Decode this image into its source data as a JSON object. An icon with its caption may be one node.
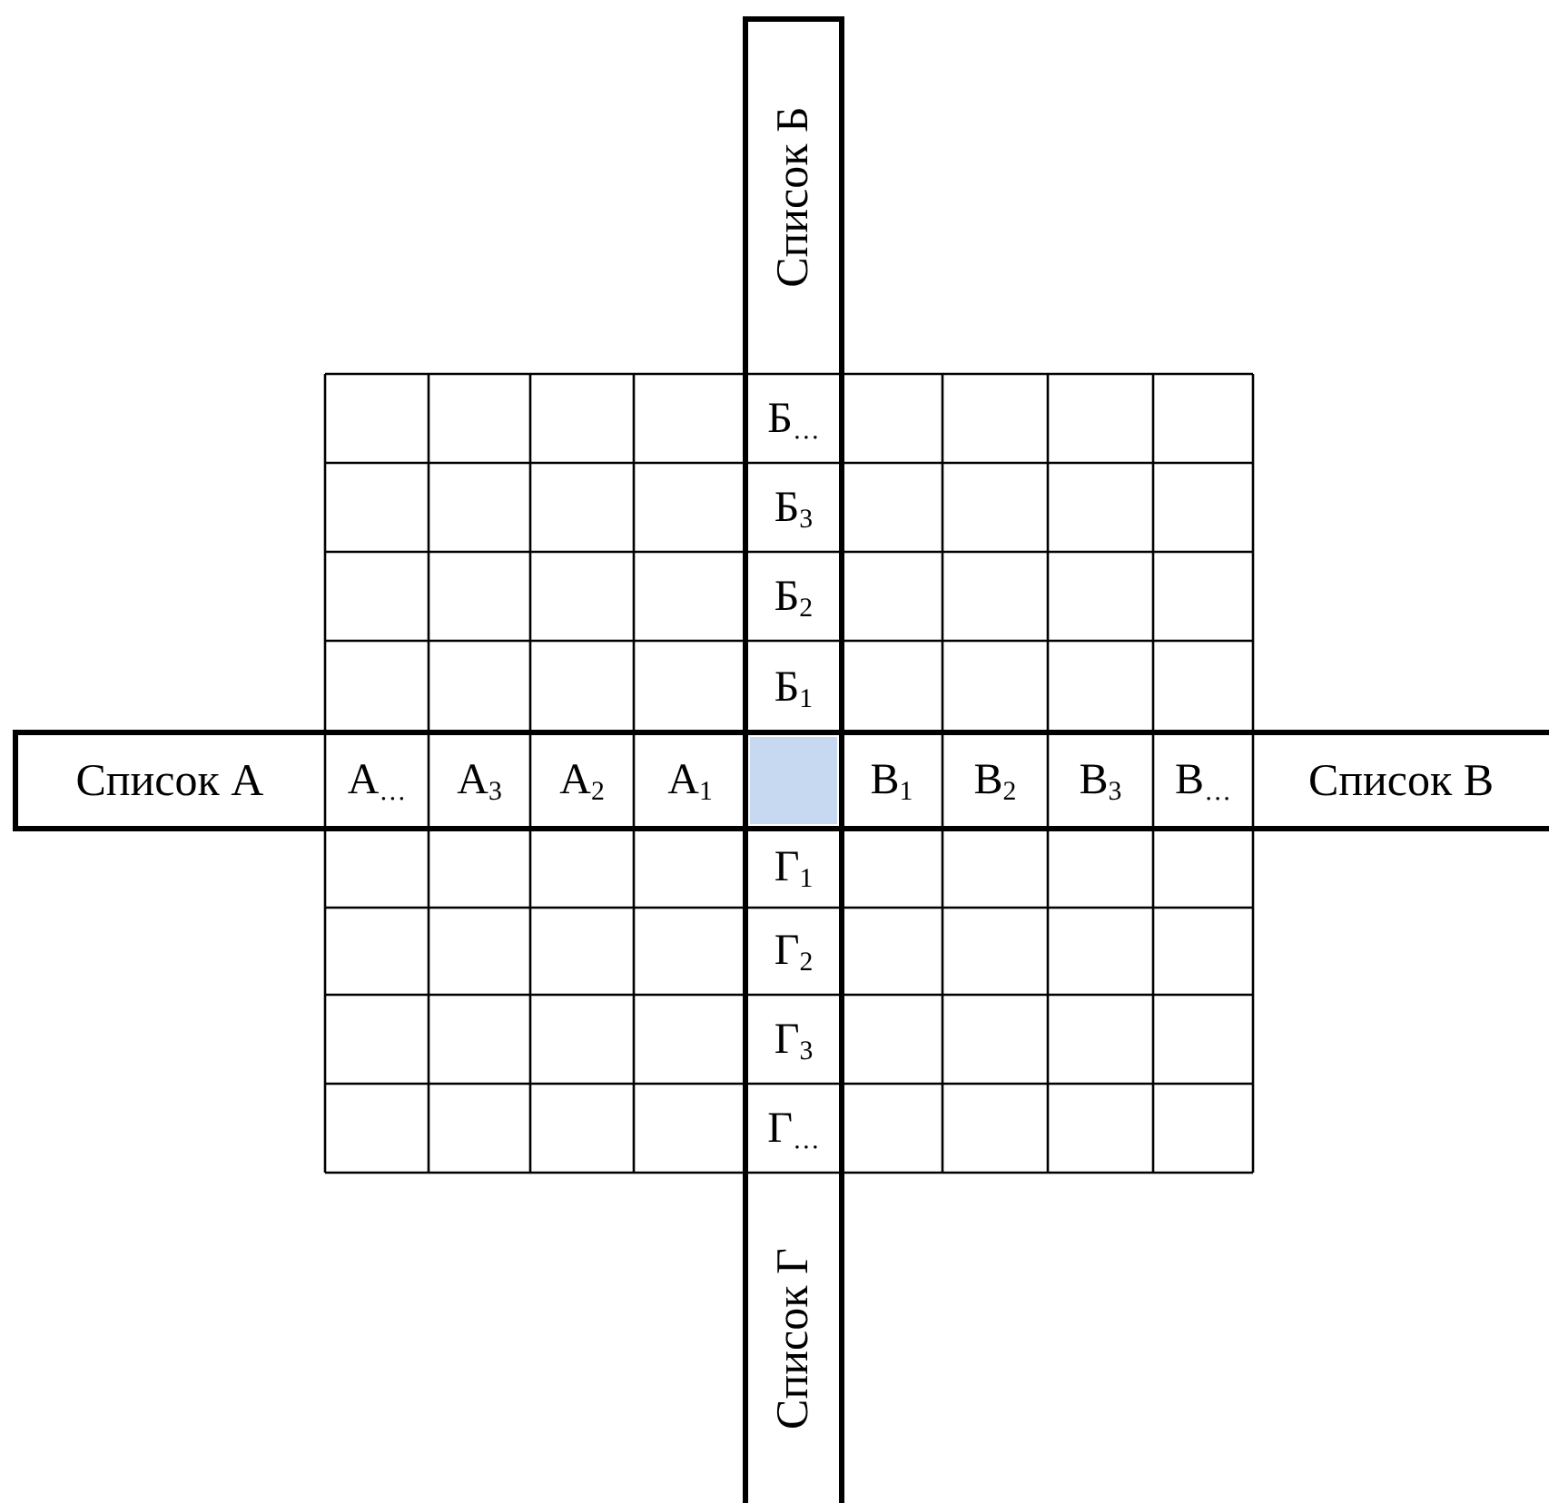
{
  "diagram": {
    "labels": [
      "Список Б",
      "Б$_{…}$",
      "Б$_{3}$",
      "Б$_{2}$",
      "Б$_{1}$",
      "Список А",
      "А$_{…}$",
      "А$_{3}$",
      "А$_{2}$",
      "А$_{1}$",
      "В$_{1}$",
      "В$_{2}$",
      "В$_{3}$",
      "В$_{…}$",
      "Список В",
      "Г$_{1}$",
      "Г$_{2}$",
      "Г$_{3}$",
      "Г$_{…}$",
      "Список Г"
    ]
  }
}
